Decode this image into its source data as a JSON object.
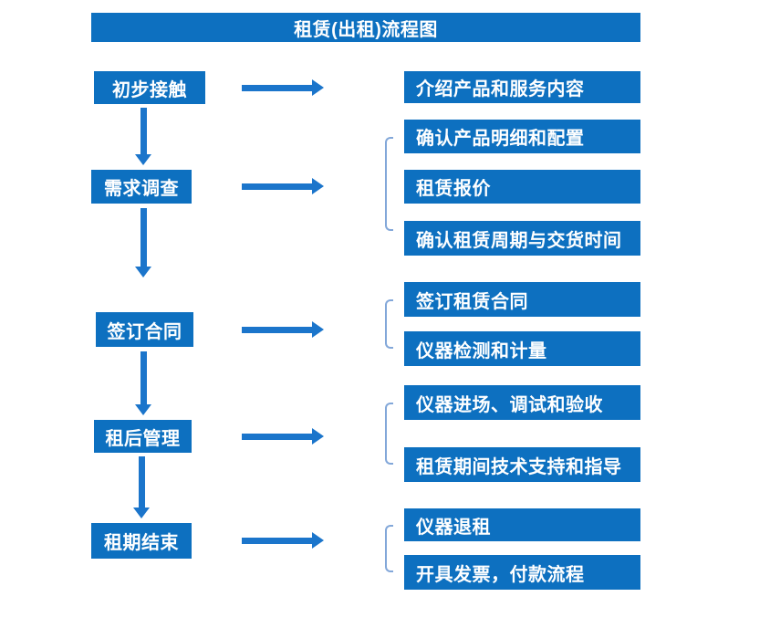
{
  "title": "租赁(出租)流程图",
  "colors": {
    "box_blue": "#0d70c0",
    "arrow_blue": "#1b75cb",
    "bracket_blue": "#82a7d9",
    "text_white": "#ffffff",
    "background": "#ffffff"
  },
  "steps": [
    {
      "label": "初步接触",
      "details": [
        "介绍产品和服务内容"
      ]
    },
    {
      "label": "需求调查",
      "details": [
        "确认产品明细和配置",
        "租赁报价",
        "确认租赁周期与交货时间"
      ]
    },
    {
      "label": "签订合同",
      "details": [
        "签订租赁合同",
        "仪器检测和计量"
      ]
    },
    {
      "label": "租后管理",
      "details": [
        "仪器进场、调试和验收",
        "租赁期间技术支持和指导"
      ]
    },
    {
      "label": "租期结束",
      "details": [
        "仪器退租",
        "开具发票，付款流程"
      ]
    }
  ]
}
